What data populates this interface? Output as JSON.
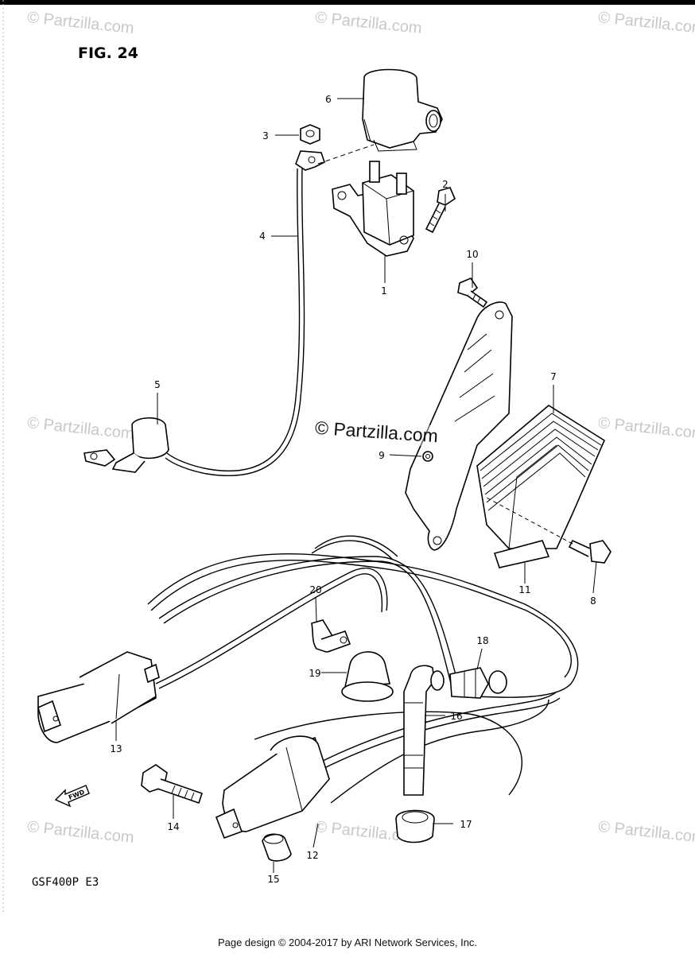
{
  "figure": {
    "title": "FIG. 24"
  },
  "model_code": "GSF400P  E3",
  "footer": "Page design © 2004-2017 by ARI Network Services, Inc.",
  "watermark": {
    "text": "© Partzilla.com",
    "center_text": "© Partzilla.com"
  },
  "fwd_label": "FWD",
  "parts": [
    {
      "number": "1"
    },
    {
      "number": "2"
    },
    {
      "number": "3"
    },
    {
      "number": "4"
    },
    {
      "number": "5"
    },
    {
      "number": "6"
    },
    {
      "number": "7"
    },
    {
      "number": "8"
    },
    {
      "number": "9"
    },
    {
      "number": "10"
    },
    {
      "number": "11"
    },
    {
      "number": "12"
    },
    {
      "number": "13"
    },
    {
      "number": "14"
    },
    {
      "number": "15"
    },
    {
      "number": "16"
    },
    {
      "number": "17"
    },
    {
      "number": "18"
    },
    {
      "number": "19"
    },
    {
      "number": "20"
    }
  ]
}
